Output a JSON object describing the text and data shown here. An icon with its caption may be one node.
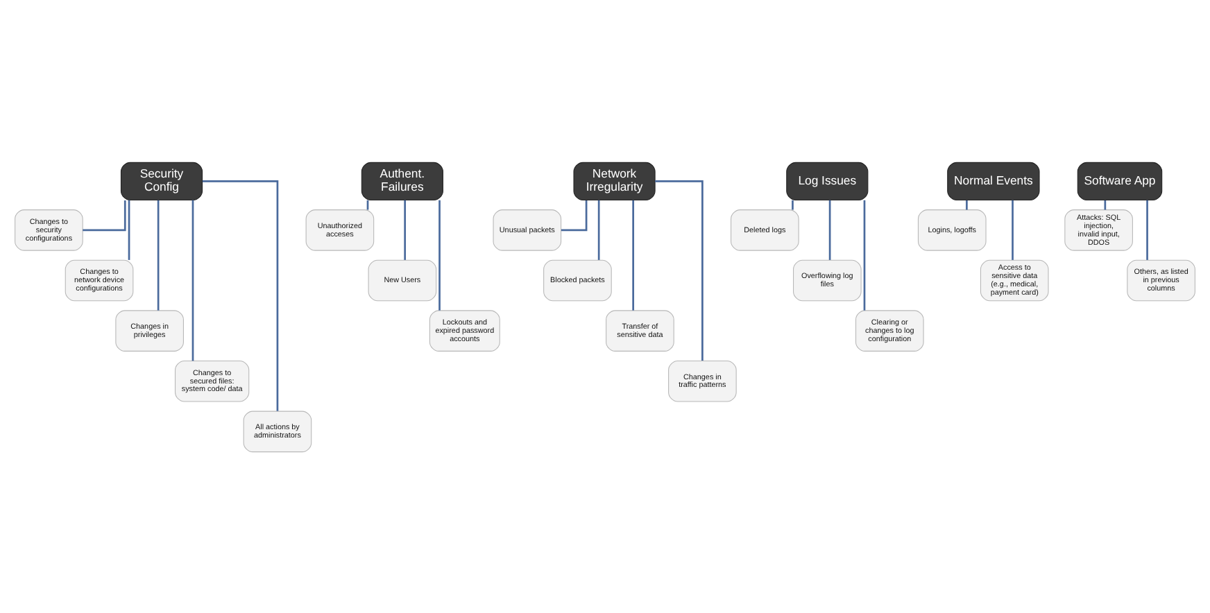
{
  "diagram": {
    "nodes": [
      {
        "text": [
          "Security Config"
        ]
      },
      {
        "text": [
          "Changes to security configurations"
        ]
      },
      {
        "text": [
          "Changes to network device configurations"
        ]
      },
      {
        "text": [
          "Changes in privileges"
        ]
      },
      {
        "text": [
          "Changes to secured files: system code/ data"
        ]
      },
      {
        "text": [
          "All actions by administrators"
        ]
      },
      {
        "text": [
          "Authent. Failures"
        ]
      },
      {
        "text": [
          "Unauthorized acceses"
        ]
      },
      {
        "text": [
          "New Users"
        ]
      },
      {
        "text": [
          "Lockouts and expired password accounts"
        ]
      },
      {
        "text": [
          "Network Irregularity"
        ]
      },
      {
        "text": [
          "Unusual packets"
        ]
      },
      {
        "text": [
          "Blocked packets"
        ]
      },
      {
        "text": [
          "Transfer of sensitive data"
        ]
      },
      {
        "text": [
          "Changes in traffic patterns"
        ]
      },
      {
        "text": [
          "Log Issues"
        ]
      },
      {
        "text": [
          "Deleted logs"
        ]
      },
      {
        "text": [
          "Overflowing log files"
        ]
      },
      {
        "text": [
          "Clearing or changes to log configuration"
        ]
      },
      {
        "text": [
          "Normal Events"
        ]
      },
      {
        "text": [
          "Logins, logoffs"
        ]
      },
      {
        "text": [
          "Access to sensitive data (e.g., medical, payment card)"
        ]
      },
      {
        "text": [
          "Software App"
        ]
      },
      {
        "text": [
          "Attacks: SQL injection, invalid input, DDOS"
        ]
      },
      {
        "text": [
          "Others, as listed in previous columns"
        ]
      }
    ],
    "edges": [
      {
        "from": 0,
        "to": 1,
        "arrow": "none"
      },
      {
        "from": 0,
        "to": 2,
        "arrow": "none"
      },
      {
        "from": 0,
        "to": 3,
        "arrow": "none"
      },
      {
        "from": 0,
        "to": 4,
        "arrow": "none"
      },
      {
        "from": 0,
        "to": 5,
        "arrow": "none"
      },
      {
        "from": 6,
        "to": 7,
        "arrow": "none"
      },
      {
        "from": 6,
        "to": 8,
        "arrow": "none"
      },
      {
        "from": 6,
        "to": 9,
        "arrow": "none"
      },
      {
        "from": 10,
        "to": 11,
        "arrow": "none"
      },
      {
        "from": 10,
        "to": 12,
        "arrow": "none"
      },
      {
        "from": 10,
        "to": 13,
        "arrow": "none"
      },
      {
        "from": 10,
        "to": 14,
        "arrow": "none"
      },
      {
        "from": 15,
        "to": 16,
        "arrow": "none"
      },
      {
        "from": 15,
        "to": 17,
        "arrow": "none"
      },
      {
        "from": 15,
        "to": 18,
        "arrow": "none"
      },
      {
        "from": 19,
        "to": 20,
        "arrow": "none"
      },
      {
        "from": 19,
        "to": 21,
        "arrow": "none"
      },
      {
        "from": 22,
        "to": 23,
        "arrow": "none"
      },
      {
        "from": 22,
        "to": 24,
        "arrow": "none"
      }
    ]
  }
}
